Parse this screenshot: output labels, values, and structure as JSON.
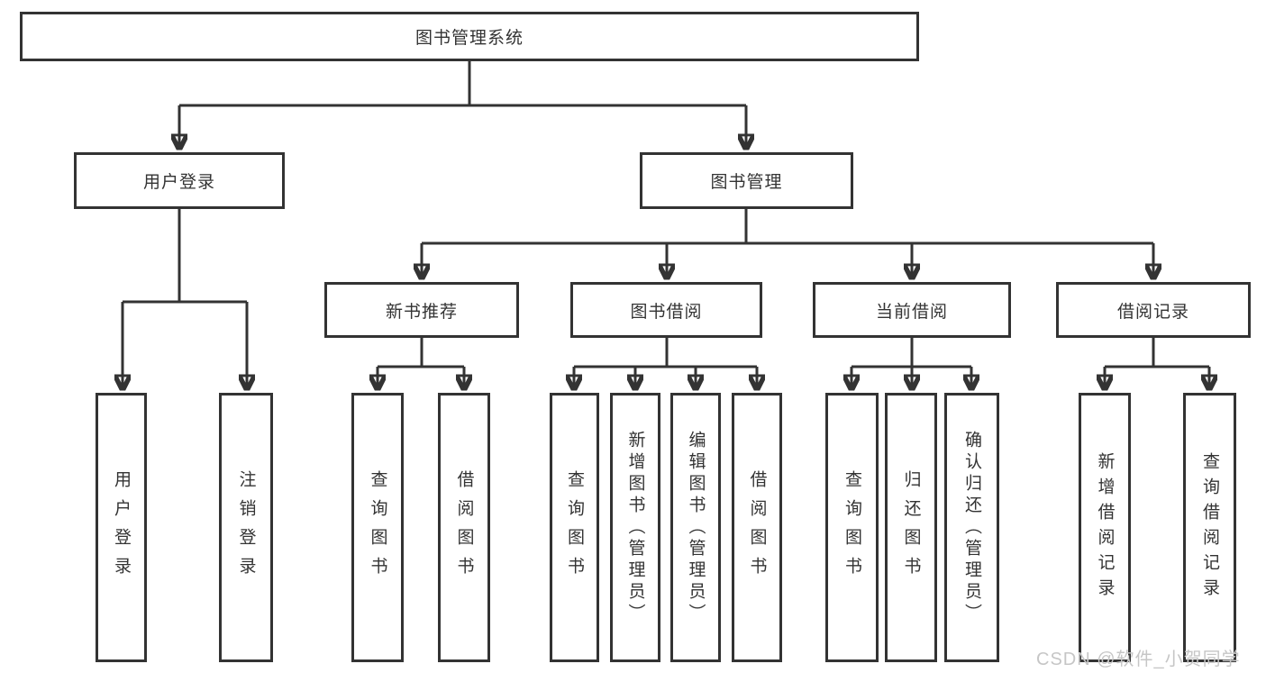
{
  "tree": {
    "root": {
      "label": "图书管理系统"
    },
    "user_login": {
      "label": "用户登录",
      "children": [
        {
          "label": "用户登录"
        },
        {
          "label": "注销登录"
        }
      ]
    },
    "book_management": {
      "label": "图书管理",
      "sections": [
        {
          "label": "新书推荐",
          "children": [
            {
              "label": "查询图书"
            },
            {
              "label": "借阅图书"
            }
          ]
        },
        {
          "label": "图书借阅",
          "children": [
            {
              "label": "查询图书"
            },
            {
              "label": "新增图书（管理员）"
            },
            {
              "label": "编辑图书（管理员）"
            },
            {
              "label": "借阅图书"
            }
          ]
        },
        {
          "label": "当前借阅",
          "children": [
            {
              "label": "查询图书"
            },
            {
              "label": "归还图书"
            },
            {
              "label": "确认归还（管理员）"
            }
          ]
        },
        {
          "label": "借阅记录",
          "children": [
            {
              "label": "新增借阅记录"
            },
            {
              "label": "查询借阅记录"
            }
          ]
        }
      ]
    }
  },
  "watermark": {
    "text": "CSDN @软件_小贺同学"
  },
  "colors": {
    "line": "#333333",
    "box_border": "#333333",
    "text": "#333333",
    "background": "#ffffff",
    "watermark": "#c6c6c6"
  }
}
